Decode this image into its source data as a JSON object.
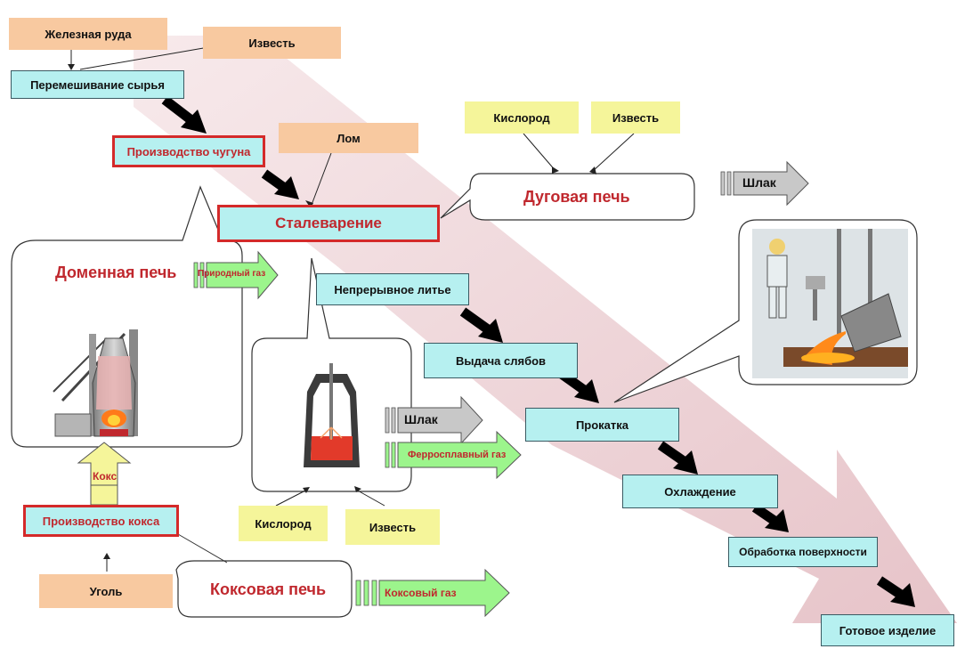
{
  "inputs": {
    "iron_ore": "Железная руда",
    "lime_top": "Известь",
    "scrap": "Лом",
    "oxygen_arc": "Кислород",
    "lime_arc": "Известь",
    "oxygen_converter": "Кислород",
    "lime_converter": "Известь",
    "coal": "Уголь"
  },
  "process": {
    "mixing": "Перемешивание сырья",
    "pig_iron": "Производство чугуна",
    "steelmaking": "Сталеварение",
    "continuous_casting": "Непрерывное литье",
    "slab_output": "Выдача слябов",
    "rolling": "Прокатка",
    "cooling": "Охлаждение",
    "surface": "Обработка поверхности",
    "finished": "Готовое изделие",
    "coke_production": "Производство кокса"
  },
  "bubbles": {
    "blast_furnace": "Доменная печь",
    "arc_furnace": "Дуговая печь",
    "coke_oven": "Коксовая печь"
  },
  "outputs": {
    "slag_arc": "Шлак",
    "natural_gas": "Природный газ",
    "slag_converter": "Шлак",
    "ferroalloy_gas": "Ферросплавный газ",
    "coke": "Кокс",
    "coke_gas": "Коксовый газ"
  },
  "colors": {
    "band": "#ecc8cc",
    "input_orange": "#f8c9a0",
    "process_cyan": "#b6f0f0",
    "input_yellow": "#f5f59a",
    "highlight_red": "#d42a2a",
    "gas_green": "#9cf58c",
    "slag_gray": "#c8c8c8",
    "flow_arrow": "#000000"
  },
  "icons": {
    "blast_furnace": "blast-furnace-illustration",
    "converter": "converter-vessel-illustration",
    "casting": "steel-pouring-worker-illustration"
  }
}
